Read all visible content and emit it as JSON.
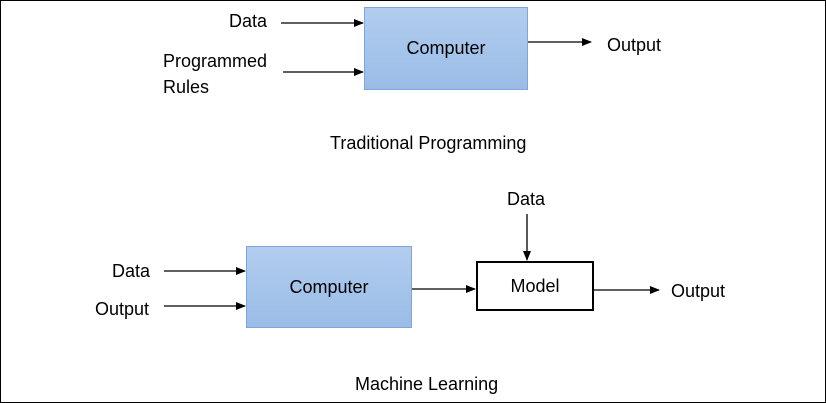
{
  "traditional": {
    "inputs": [
      "Data",
      "Programmed Rules"
    ],
    "input_line1": "Programmed",
    "input_line2": "Rules",
    "processor": "Computer",
    "output": "Output",
    "caption": "Traditional Programming"
  },
  "machine_learning": {
    "inputs": [
      "Data",
      "Output"
    ],
    "processor": "Computer",
    "model_input": "Data",
    "model": "Model",
    "output": "Output",
    "caption": "Machine Learning"
  },
  "colors": {
    "computer_fill": "#a6c4eb",
    "computer_border": "#7ea6d6",
    "arrow": "#000000"
  }
}
